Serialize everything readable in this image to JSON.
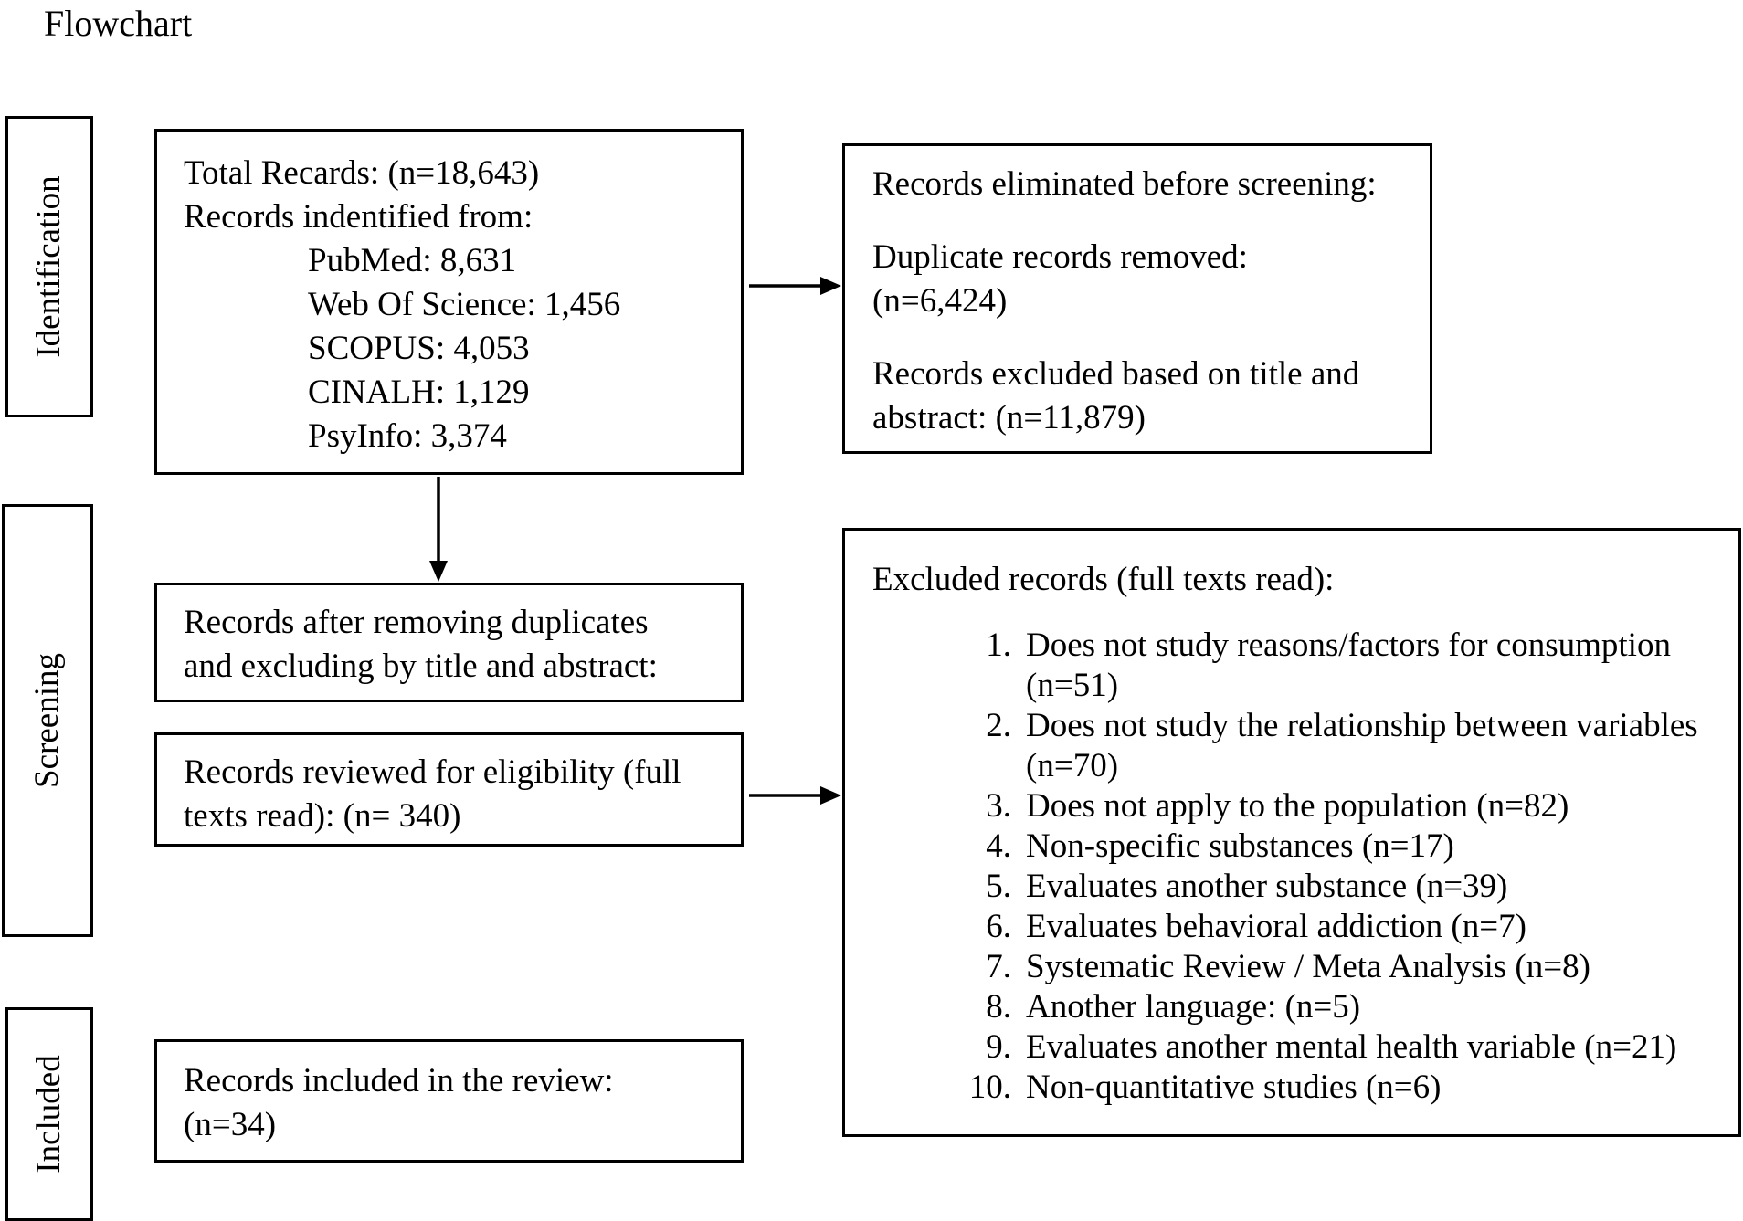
{
  "title": "Flowchart",
  "phases": {
    "identification": "Identification",
    "screening": "Screening",
    "included": "Included"
  },
  "identification_box": {
    "total": "Total Recards: (n=18,643)",
    "sources_heading": "Records indentified from:",
    "sources": [
      "PubMed: 8,631",
      "Web Of Science: 1,456",
      "SCOPUS: 4,053",
      "CINALH: 1,129",
      "PsyInfo: 3,374"
    ]
  },
  "eliminated_box": {
    "heading": "Records eliminated before screening:",
    "duplicates_label": "Duplicate records removed:",
    "duplicates_count": "(n=6,424)",
    "excluded_line1": "Records excluded based on title and",
    "excluded_line2": "abstract: (n=11,879)"
  },
  "after_removing_box": {
    "line1": "Records after removing duplicates",
    "line2": "and excluding by title and abstract:"
  },
  "reviewed_box": {
    "line1": "Records reviewed for eligibility (full",
    "line2": "texts read): (n= 340)"
  },
  "excluded_full_box": {
    "heading": "Excluded records (full texts read):",
    "reasons": [
      {
        "num": "1.",
        "text": "Does not study reasons/factors for consumption",
        "cont": "(n=51)"
      },
      {
        "num": "2.",
        "text": "Does not study the relationship between variables",
        "cont": "(n=70)"
      },
      {
        "num": "3.",
        "text": "Does not apply to the population (n=82)"
      },
      {
        "num": "4.",
        "text": "Non-specific substances (n=17)"
      },
      {
        "num": "5.",
        "text": "Evaluates another substance (n=39)"
      },
      {
        "num": "6.",
        "text": "Evaluates behavioral addiction (n=7)"
      },
      {
        "num": "7.",
        "text": "Systematic Review / Meta Analysis (n=8)"
      },
      {
        "num": "8.",
        "text": "Another language: (n=5)"
      },
      {
        "num": "9.",
        "text": "Evaluates another mental health variable (n=21)"
      },
      {
        "num": "10.",
        "text": "Non-quantitative studies (n=6)"
      }
    ]
  },
  "included_box": {
    "line1": "Records included in the review:",
    "line2": "(n=34)"
  }
}
